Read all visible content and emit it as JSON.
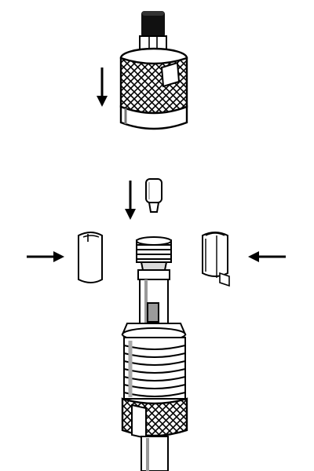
{
  "diagram": {
    "kind": "exploded-assembly-illustration",
    "parts": [
      {
        "name": "valve-cap"
      },
      {
        "name": "valve-core-plunger"
      },
      {
        "name": "split-sleeve-left"
      },
      {
        "name": "split-sleeve-right"
      },
      {
        "name": "valve-stem"
      }
    ],
    "arrows": [
      {
        "name": "arrow-down-cap",
        "direction": "down"
      },
      {
        "name": "arrow-down-plunger",
        "direction": "down"
      },
      {
        "name": "arrow-right-sleeve",
        "direction": "right"
      },
      {
        "name": "arrow-left-sleeve",
        "direction": "left"
      }
    ],
    "colors": {
      "line": "#000000",
      "fill": "#ffffff",
      "shade": "#9a9a9a",
      "light": "#d9d9d9"
    }
  }
}
